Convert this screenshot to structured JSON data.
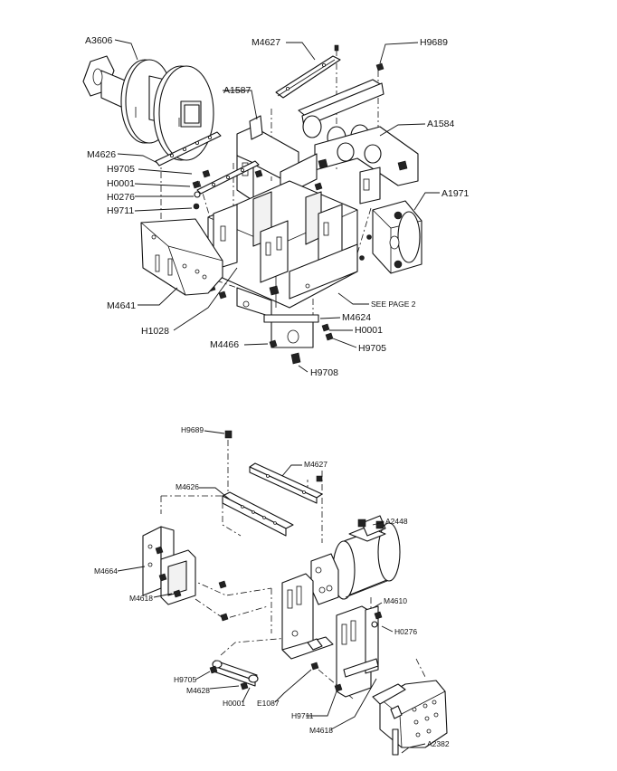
{
  "diagram_top": {
    "labels": {
      "A3606": "A3606",
      "M4627": "M4627",
      "H9689": "H9689",
      "A1587": "A1587",
      "A1584": "A1584",
      "M4626": "M4626",
      "H9705": "H9705",
      "H0001": "H0001",
      "H0276": "H0276",
      "H9711": "H9711",
      "A1971": "A1971",
      "M4641": "M4641",
      "H1028": "H1028",
      "see_page_2": "SEE PAGE 2",
      "M4624": "M4624",
      "H0001_b": "H0001",
      "M4466": "M4466",
      "H9705_b": "H9705",
      "H9708": "H9708"
    }
  },
  "diagram_bottom": {
    "labels": {
      "H9689": "H9689",
      "M4627": "M4627",
      "M4626": "M4626",
      "A2448": "A2448",
      "M4664": "M4664",
      "M4618": "M4618",
      "M4610": "M4610",
      "H0276": "H0276",
      "H9705": "H9705",
      "M4628": "M4628",
      "H0001": "H0001",
      "E1087": "E1087",
      "H9711": "H9711",
      "M4618_b": "M4618",
      "A2382": "A2382"
    }
  }
}
